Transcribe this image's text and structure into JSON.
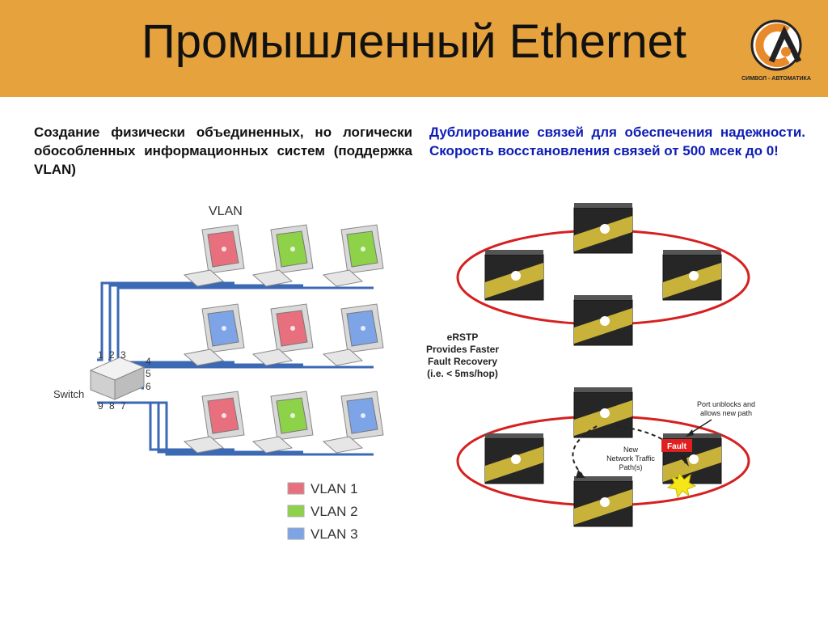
{
  "slide": {
    "title": "Промышленный Ethernet",
    "header_color": "#E6A23C",
    "logo": {
      "icon": "sa-logo-icon",
      "caption": "СИМВОЛ - АВТОМАТИКА"
    }
  },
  "left_column": {
    "text": "Создание физически объединенных, но логически обособленных информационных систем (поддержка VLAN)"
  },
  "right_column": {
    "text": "Дублирование связей для обеспечения надежности. Скорость восстановления связей от 500 мсек до 0!",
    "color": "#0D1CB6"
  },
  "vlan_diagram": {
    "title": "VLAN",
    "switch_label": "Switch",
    "ports_top": [
      "1",
      "2",
      "3"
    ],
    "ports_right": [
      "4",
      "5",
      "6"
    ],
    "ports_bottom": [
      "9",
      "8",
      "7"
    ],
    "rows": [
      [
        "VLAN 1",
        "VLAN 2",
        "VLAN 2"
      ],
      [
        "VLAN 3",
        "VLAN 1",
        "VLAN 3"
      ],
      [
        "VLAN 1",
        "VLAN 2",
        "VLAN 3"
      ]
    ],
    "legend": [
      {
        "label": "VLAN 1",
        "color": "#E8707E"
      },
      {
        "label": "VLAN 2",
        "color": "#8ED24A"
      },
      {
        "label": "VLAN 3",
        "color": "#7EA4E8"
      }
    ],
    "cable_color": "#3B69B4"
  },
  "erstp_diagram": {
    "caption": [
      "eRSTP",
      "Provides Faster",
      "Fault Recovery",
      "(i.e. < 5ms/hop)"
    ],
    "fault_label": "Fault",
    "port_note": [
      "Port unblocks and",
      "allows new path"
    ],
    "traffic_note": [
      "New",
      "Network Traffic",
      "Path(s)"
    ],
    "ring_color": "#D62020"
  }
}
